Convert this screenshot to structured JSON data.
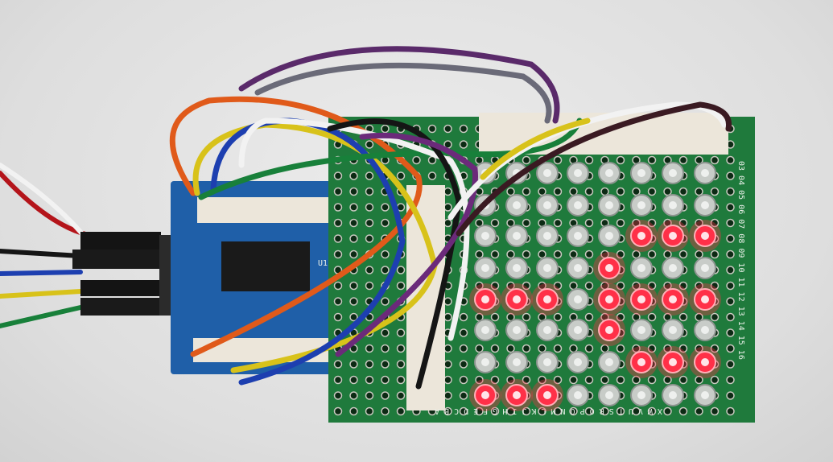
{
  "scene": {
    "description_colors": {
      "pcb_green": "#1f7a3c",
      "driver_board_blue": "#1f5fa8",
      "led_on": "#ff3048",
      "led_off": "#c8ccc8"
    },
    "driver_board": {
      "silkscreen": "U1"
    },
    "perfboard": {
      "bottom_letters": "X W V U T S R Q P O N M L K J I H G F E D C B A",
      "side_numbers": "03 04 05 06 07 08 09 10 11 12 13 14 15 16"
    },
    "led_matrix": {
      "rows": 8,
      "cols": 8,
      "lit": [
        [
          0,
          0,
          0,
          0,
          0,
          0,
          0,
          0
        ],
        [
          0,
          0,
          0,
          0,
          0,
          0,
          0,
          0
        ],
        [
          0,
          0,
          0,
          0,
          0,
          1,
          1,
          1
        ],
        [
          0,
          0,
          0,
          0,
          1,
          0,
          0,
          0
        ],
        [
          1,
          1,
          1,
          0,
          1,
          1,
          1,
          1
        ],
        [
          0,
          0,
          0,
          0,
          1,
          0,
          0,
          0
        ],
        [
          0,
          0,
          0,
          0,
          0,
          1,
          1,
          1
        ],
        [
          1,
          1,
          1,
          0,
          0,
          0,
          0,
          0
        ]
      ]
    },
    "wires": [
      "red",
      "white",
      "black",
      "blue",
      "yellow",
      "green",
      "orange",
      "purple",
      "gray",
      "brown"
    ]
  }
}
